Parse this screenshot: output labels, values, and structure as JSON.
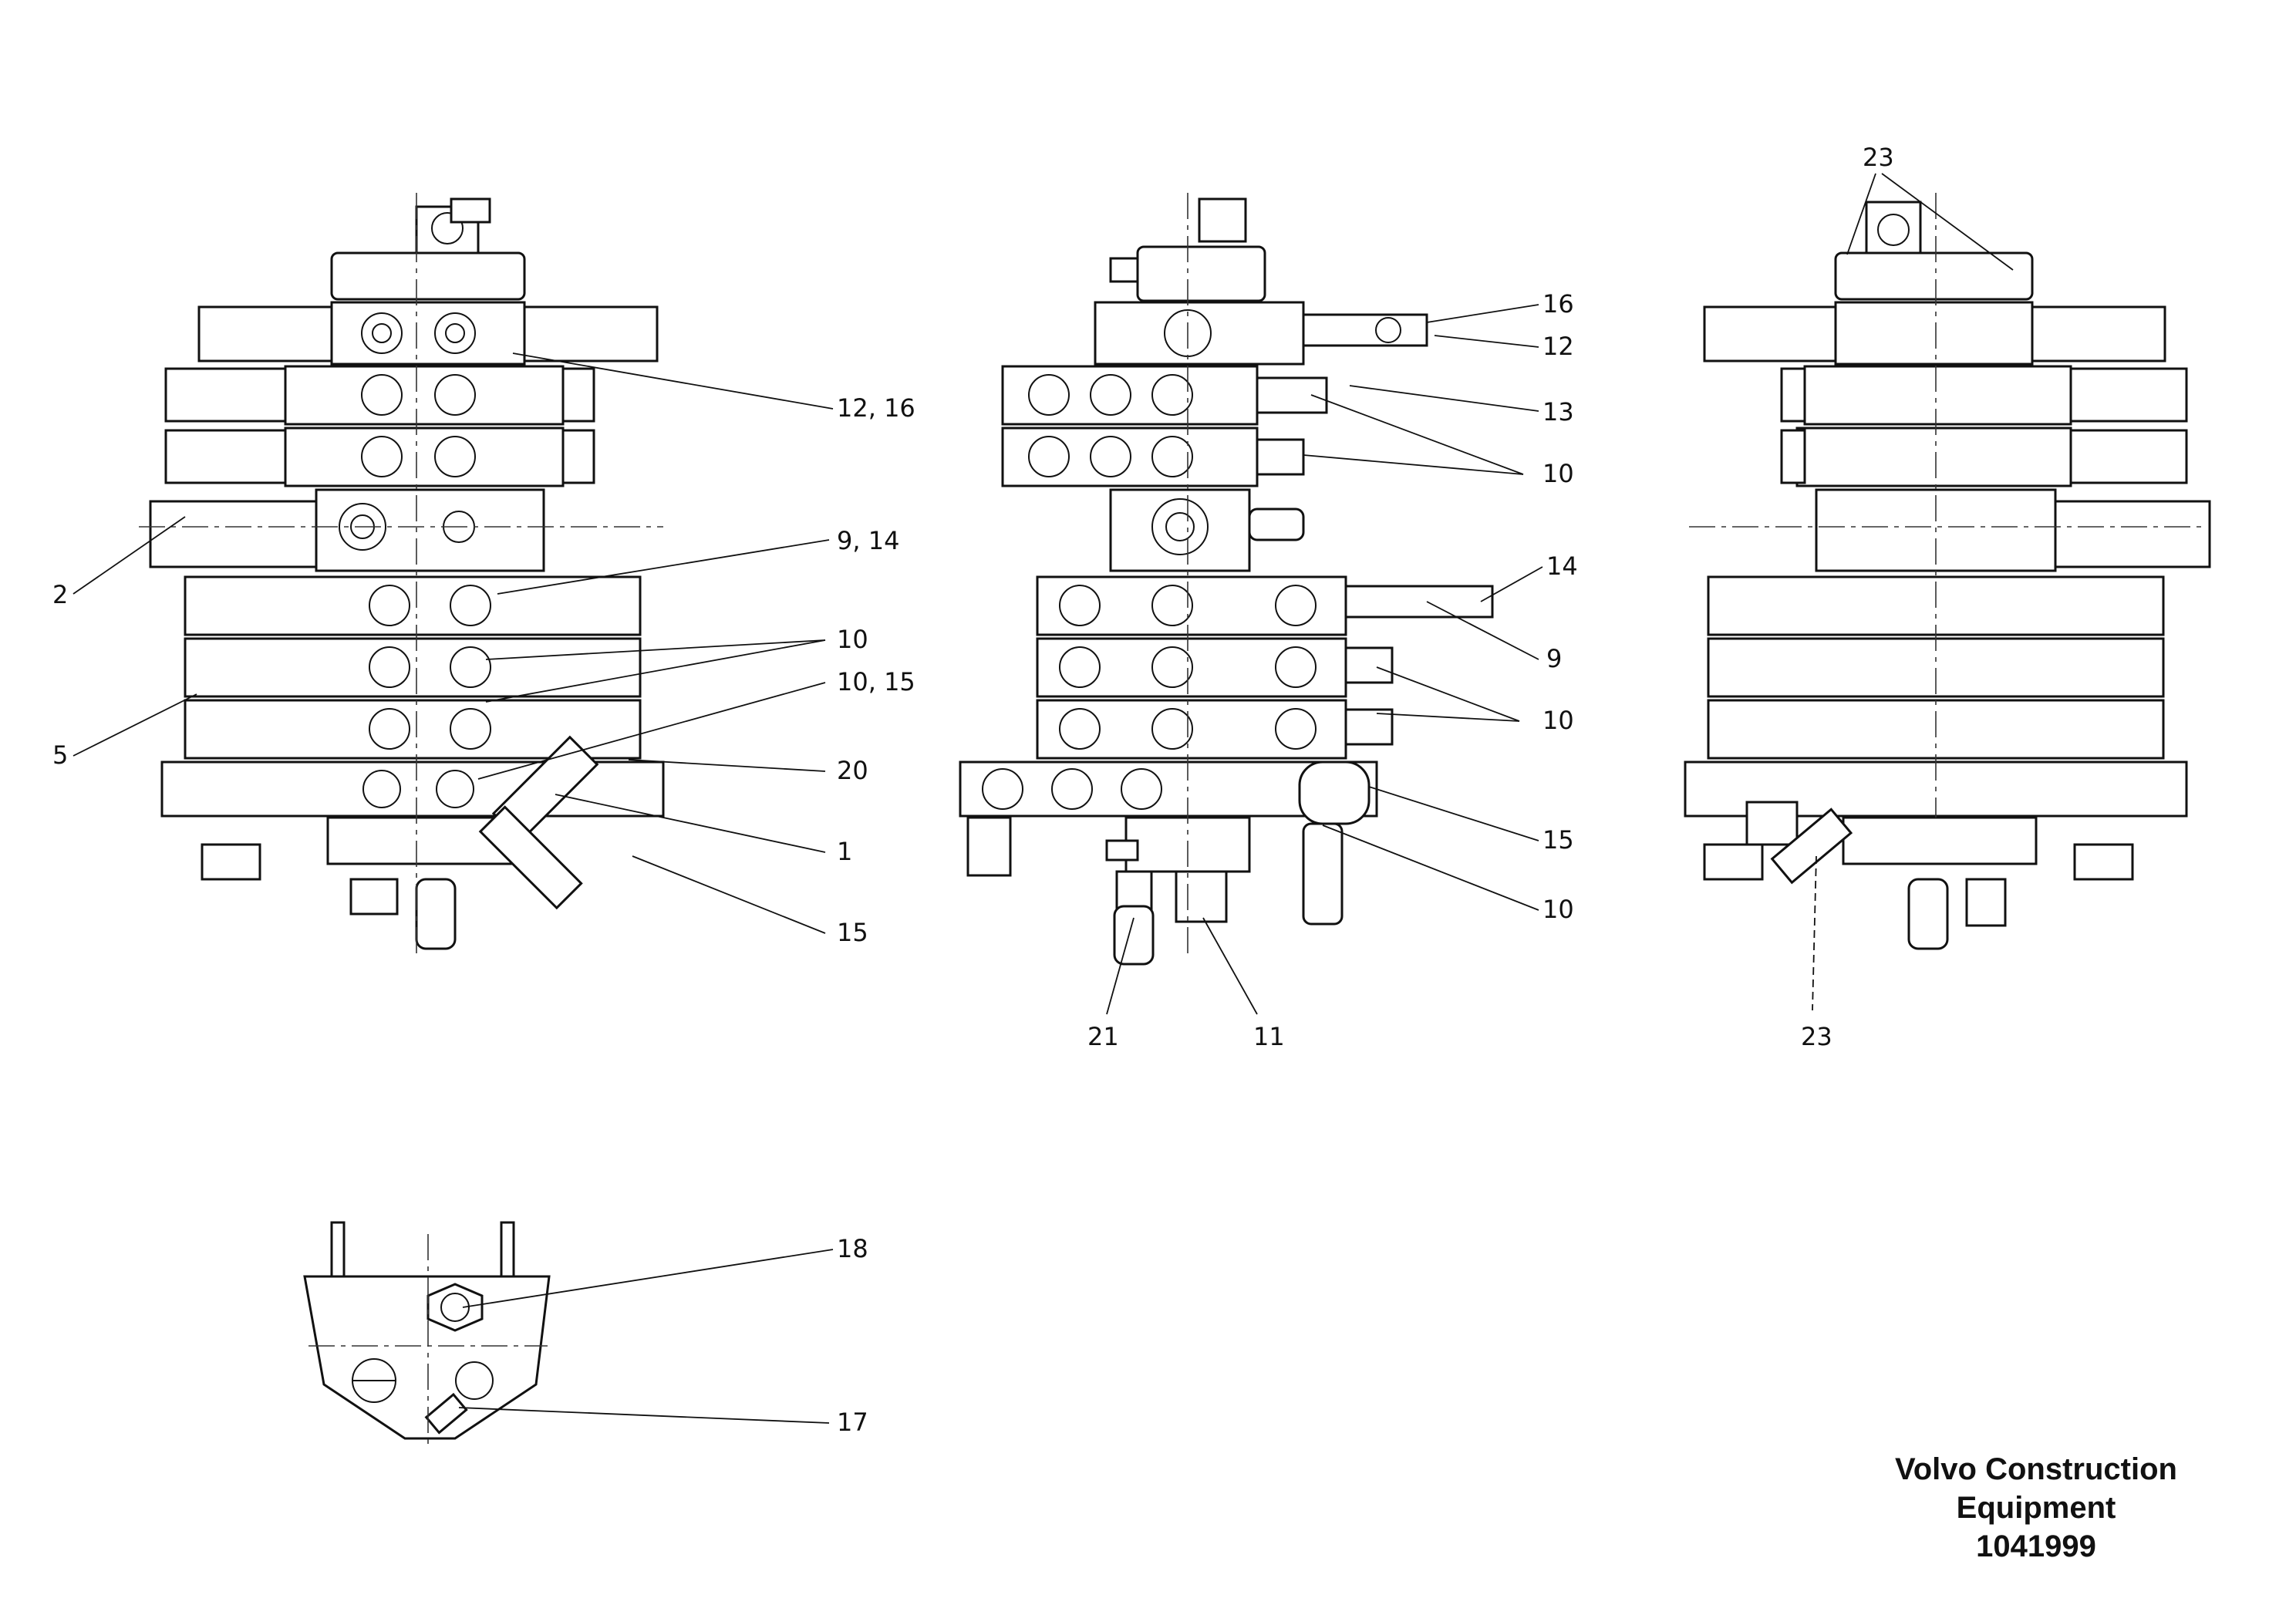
{
  "callouts": {
    "c_12_16": "12, 16",
    "c_9_14": "9, 14",
    "c_2": "2",
    "c_10_a": "10",
    "c_10_15": "10, 15",
    "c_5": "5",
    "c_20": "20",
    "c_1": "1",
    "c_15_a": "15",
    "c_16": "16",
    "c_12": "12",
    "c_13": "13",
    "c_10_b": "10",
    "c_14": "14",
    "c_9": "9",
    "c_10_c": "10",
    "c_15_b": "15",
    "c_10_d": "10",
    "c_21": "21",
    "c_11": "11",
    "c_23_top": "23",
    "c_23_bottom": "23",
    "c_18": "18",
    "c_17": "17"
  },
  "title_block": {
    "line1": "Volvo Construction",
    "line2": "Equipment",
    "part_number": "1041999"
  }
}
